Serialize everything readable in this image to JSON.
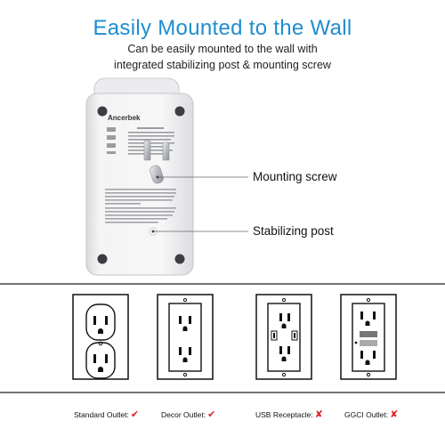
{
  "title": "Easily Mounted to the Wall",
  "subtitle_line1": "Can be easily mounted to the wall with",
  "subtitle_line2": "integrated stabilizing post & mounting screw",
  "brand": "Ancerbek",
  "callouts": {
    "mounting_screw": "Mounting screw",
    "stabilizing_post": "Stabilizing post"
  },
  "outlets": [
    {
      "label": "Standard Outlet:",
      "mark": "✔",
      "compatible": true
    },
    {
      "label": "Decor Outlet:",
      "mark": "✔",
      "compatible": true
    },
    {
      "label": "USB Receptacle:",
      "mark": "✘",
      "compatible": false
    },
    {
      "label": "GGCI Outlet:",
      "mark": "✘",
      "compatible": false
    }
  ],
  "colors": {
    "title": "#1f8dcf",
    "check": "#e02020",
    "cross": "#e02020"
  }
}
